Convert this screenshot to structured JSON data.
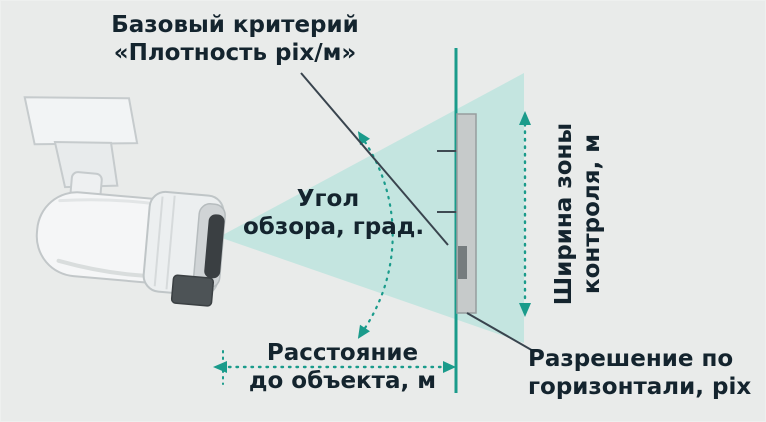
{
  "figure": {
    "type": "diagram",
    "description": "CCTV camera field-of-view measurement diagram",
    "background_color": "#e9ebea",
    "accent_teal": "#1a9b8b",
    "cone_fill": "#bde4de",
    "pointer_line_color": "#39444e",
    "text_color": "#14242e"
  },
  "labels": {
    "base_criterion": {
      "line1": "Базовый критерий",
      "line2": "«Плотность pix/м»"
    },
    "view_angle": {
      "line1": "Угол",
      "line2": "обзора, град."
    },
    "zone_width": {
      "line1": "Ширина зоны",
      "line2": "контроля, м"
    },
    "distance": {
      "line1": "Расстояние",
      "line2": "до объекта, м"
    },
    "resolution": {
      "line1": "Разрешение по",
      "line2": "горизонтали, pix"
    }
  }
}
